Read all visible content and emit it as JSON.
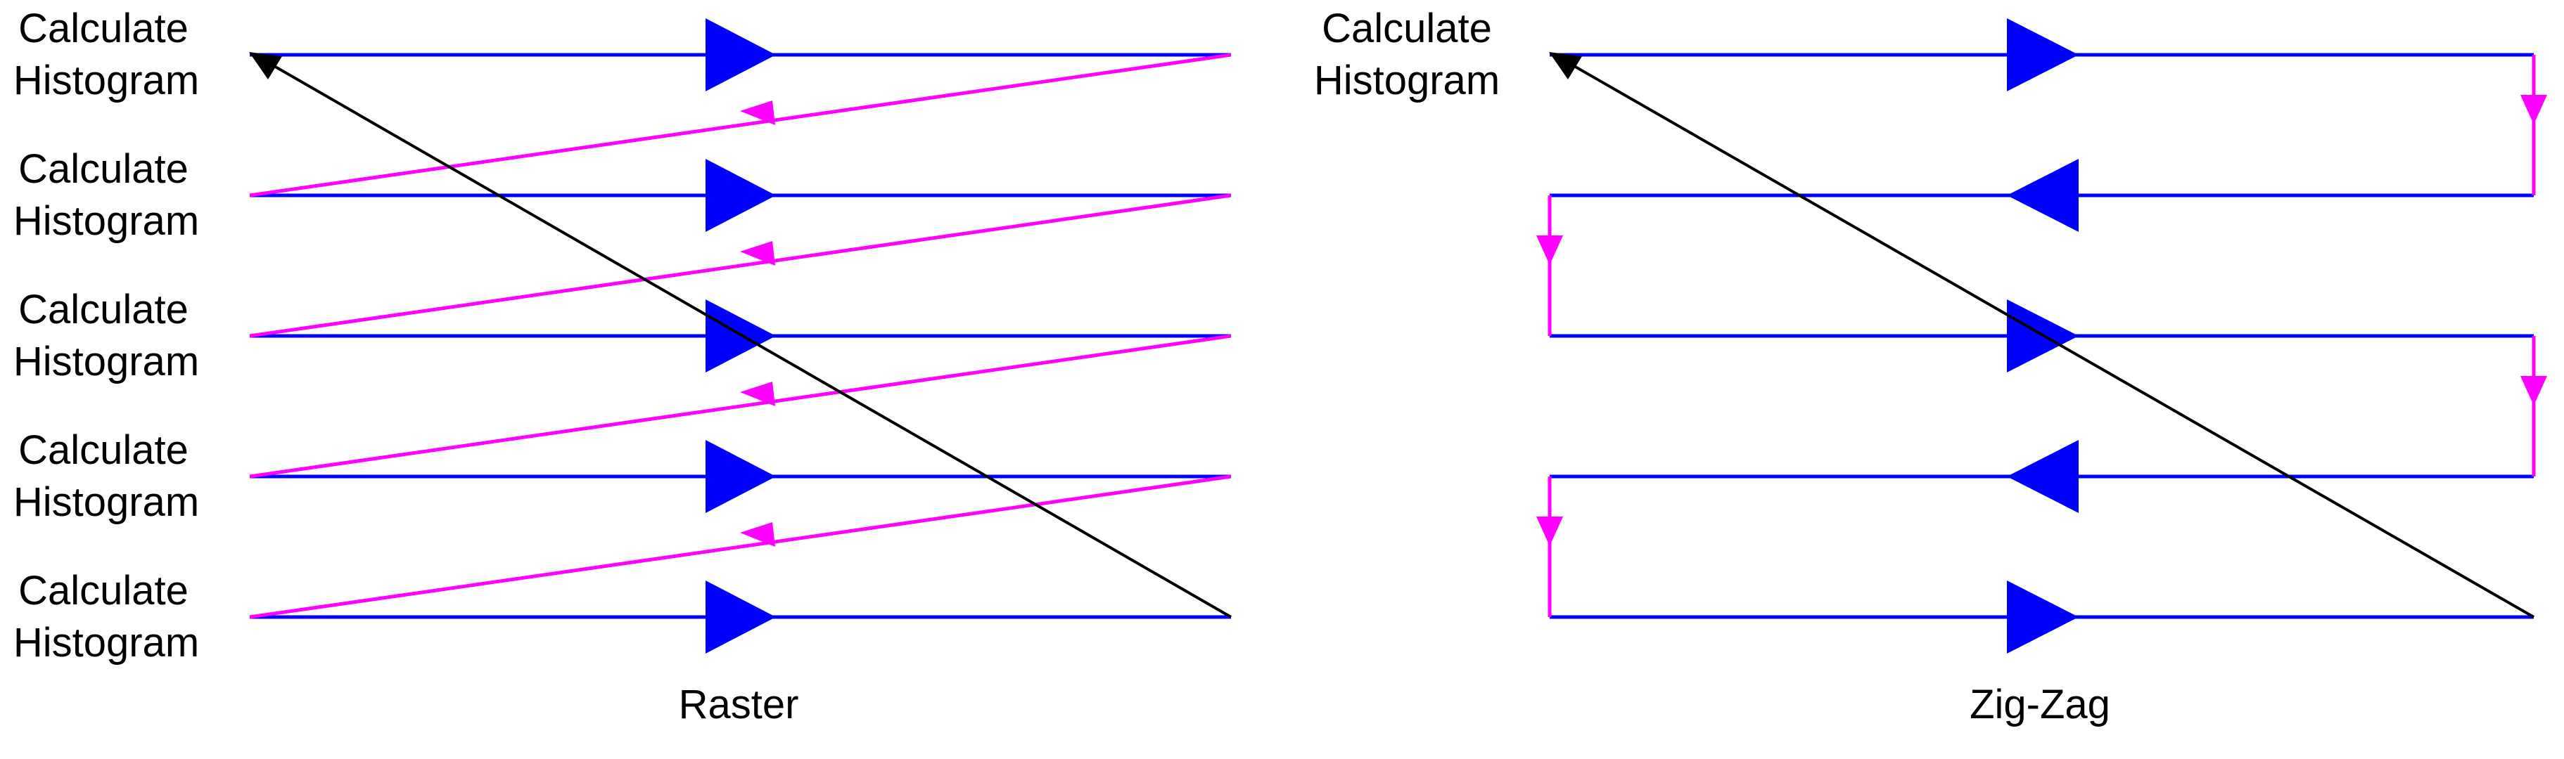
{
  "colors": {
    "scan_line": "#0000ff",
    "return_line": "#ff00ff",
    "overall": "#000000"
  },
  "raster": {
    "caption": "Raster",
    "rows": [
      {
        "label_line1": "Calculate",
        "label_line2": "Histogram"
      },
      {
        "label_line1": "Calculate",
        "label_line2": "Histogram"
      },
      {
        "label_line1": "Calculate",
        "label_line2": "Histogram"
      },
      {
        "label_line1": "Calculate",
        "label_line2": "Histogram"
      },
      {
        "label_line1": "Calculate",
        "label_line2": "Histogram"
      }
    ]
  },
  "zigzag": {
    "caption": "Zig-Zag",
    "rows": [
      {
        "label_line1": "Calculate",
        "label_line2": "Histogram"
      }
    ]
  }
}
